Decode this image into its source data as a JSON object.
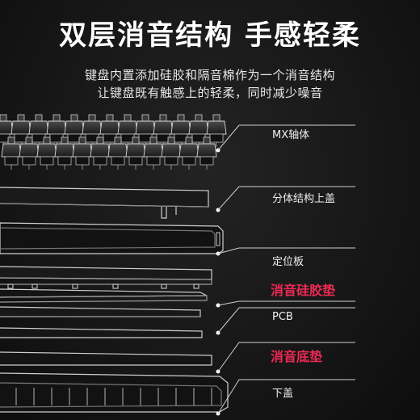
{
  "title": "双层消音结构 手感轻柔",
  "subtitle_line1": "键盘内置添加硅胶和隔音棉作为一个消音结构",
  "subtitle_line2": "让键盘既有触感上的轻柔，同时减少噪音",
  "layers": [
    {
      "label": "MX轴体",
      "highlight": false
    },
    {
      "label": "分体结构上盖",
      "highlight": false
    },
    {
      "label": "定位板",
      "highlight": false
    },
    {
      "label": "消音硅胶垫",
      "highlight": true
    },
    {
      "label": "PCB",
      "highlight": false
    },
    {
      "label": "消音底垫",
      "highlight": true
    },
    {
      "label": "下盖",
      "highlight": false
    }
  ],
  "colors": {
    "background": "#161616",
    "text": "#ffffff",
    "accent": "#ee2a55",
    "line": "#d0d0d0"
  }
}
